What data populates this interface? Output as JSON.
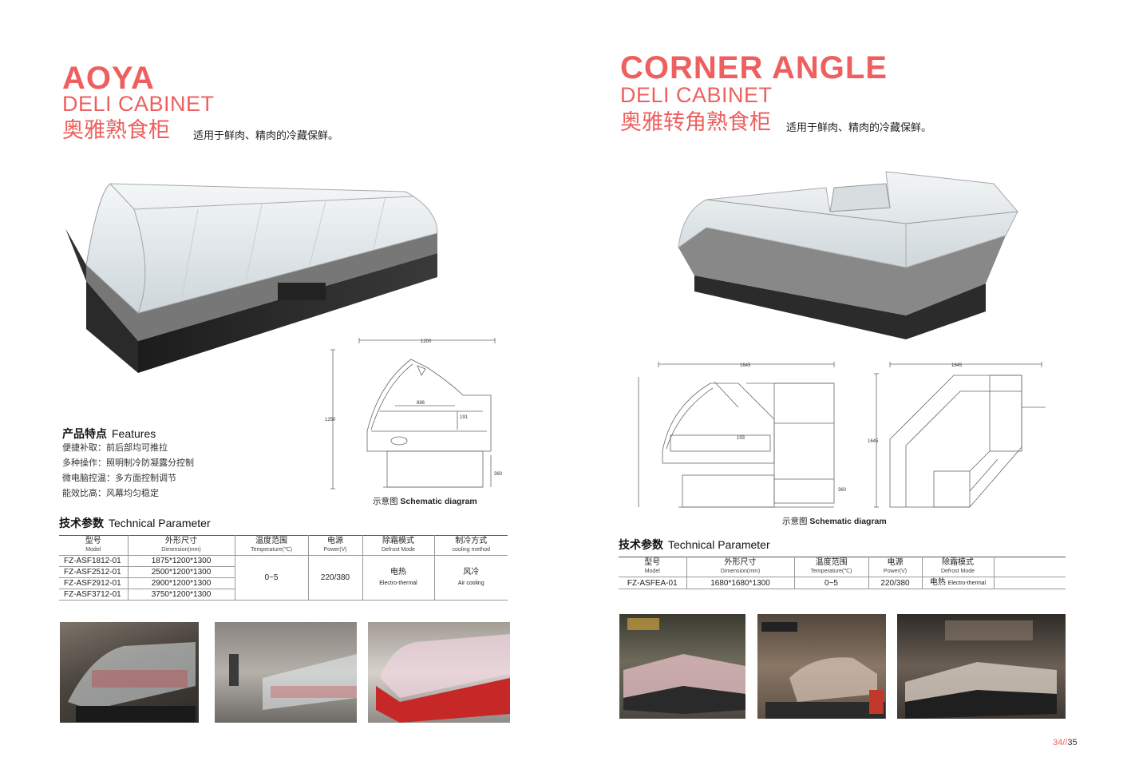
{
  "left": {
    "title": "AOYA",
    "subtitle": "DELI CABINET",
    "title_cn": "奥雅熟食柜",
    "tagline": "适用于鲜肉、精肉的冷藏保鲜。",
    "features_heading_cn": "产品特点",
    "features_heading_en": "Features",
    "features": [
      "便捷补取：前后部均可推拉",
      "多种操作：照明制冷防凝露分控制",
      "微电脑控温：多方面控制调节",
      "能效比高：风幕均匀稳定"
    ],
    "diagram": {
      "dim_width": "1200",
      "dim_height": "1250",
      "dim_inner": "886",
      "dim_191": "191",
      "dim_360": "360",
      "caption_cn": "示意图",
      "caption_en": "Schematic diagram"
    },
    "tech_heading_cn": "技术参数",
    "tech_heading_en": "Technical Parameter",
    "table": {
      "headers": [
        {
          "cn": "型号",
          "en": "Model"
        },
        {
          "cn": "外形尺寸",
          "en": "Dimension(mm)"
        },
        {
          "cn": "温度范围",
          "en": "Temperature(℃)"
        },
        {
          "cn": "电源",
          "en": "Power(V)"
        },
        {
          "cn": "除霜模式",
          "en": "Defrost Mode"
        },
        {
          "cn": "制冷方式",
          "en": "cooling method"
        }
      ],
      "models": [
        "FZ-ASF1812-01",
        "FZ-ASF2512-01",
        "FZ-ASF2912-01",
        "FZ-ASF3712-01"
      ],
      "dimensions": [
        "1875*1200*1300",
        "2500*1200*1300",
        "2900*1200*1300",
        "3750*1200*1300"
      ],
      "temperature": "0~5",
      "power": "220/380",
      "defrost_cn": "电热",
      "defrost_en": "Electro-thermal",
      "cooling_cn": "风冷",
      "cooling_en": "Air cooling"
    }
  },
  "right": {
    "title": "CORNER ANGLE",
    "subtitle": "DELI CABINET",
    "title_cn": "奥雅转角熟食柜",
    "tagline": "适用于鲜肉、精肉的冷藏保鲜。",
    "diagram": {
      "dim_width": "1645",
      "dim_193": "193",
      "dim_360": "360",
      "dim_width2": "1645",
      "dim_height2": "1645",
      "caption_cn": "示意图",
      "caption_en": "Schematic diagram"
    },
    "tech_heading_cn": "技术参数",
    "tech_heading_en": "Technical Parameter",
    "table": {
      "headers": [
        {
          "cn": "型号",
          "en": "Model"
        },
        {
          "cn": "外形尺寸",
          "en": "Dimension(mm)"
        },
        {
          "cn": "温度范围",
          "en": "Temperature(℃)"
        },
        {
          "cn": "电源",
          "en": "Power(V)"
        },
        {
          "cn": "除霜模式",
          "en": "Defrost Mode"
        }
      ],
      "model": "FZ-ASFEA-01",
      "dimension": "1680*1680*1300",
      "temperature": "0~5",
      "power": "220/380",
      "defrost_cn": "电热",
      "defrost_en": "Electro-thermal"
    }
  },
  "page_number": {
    "current": "34//",
    "next": "35"
  }
}
